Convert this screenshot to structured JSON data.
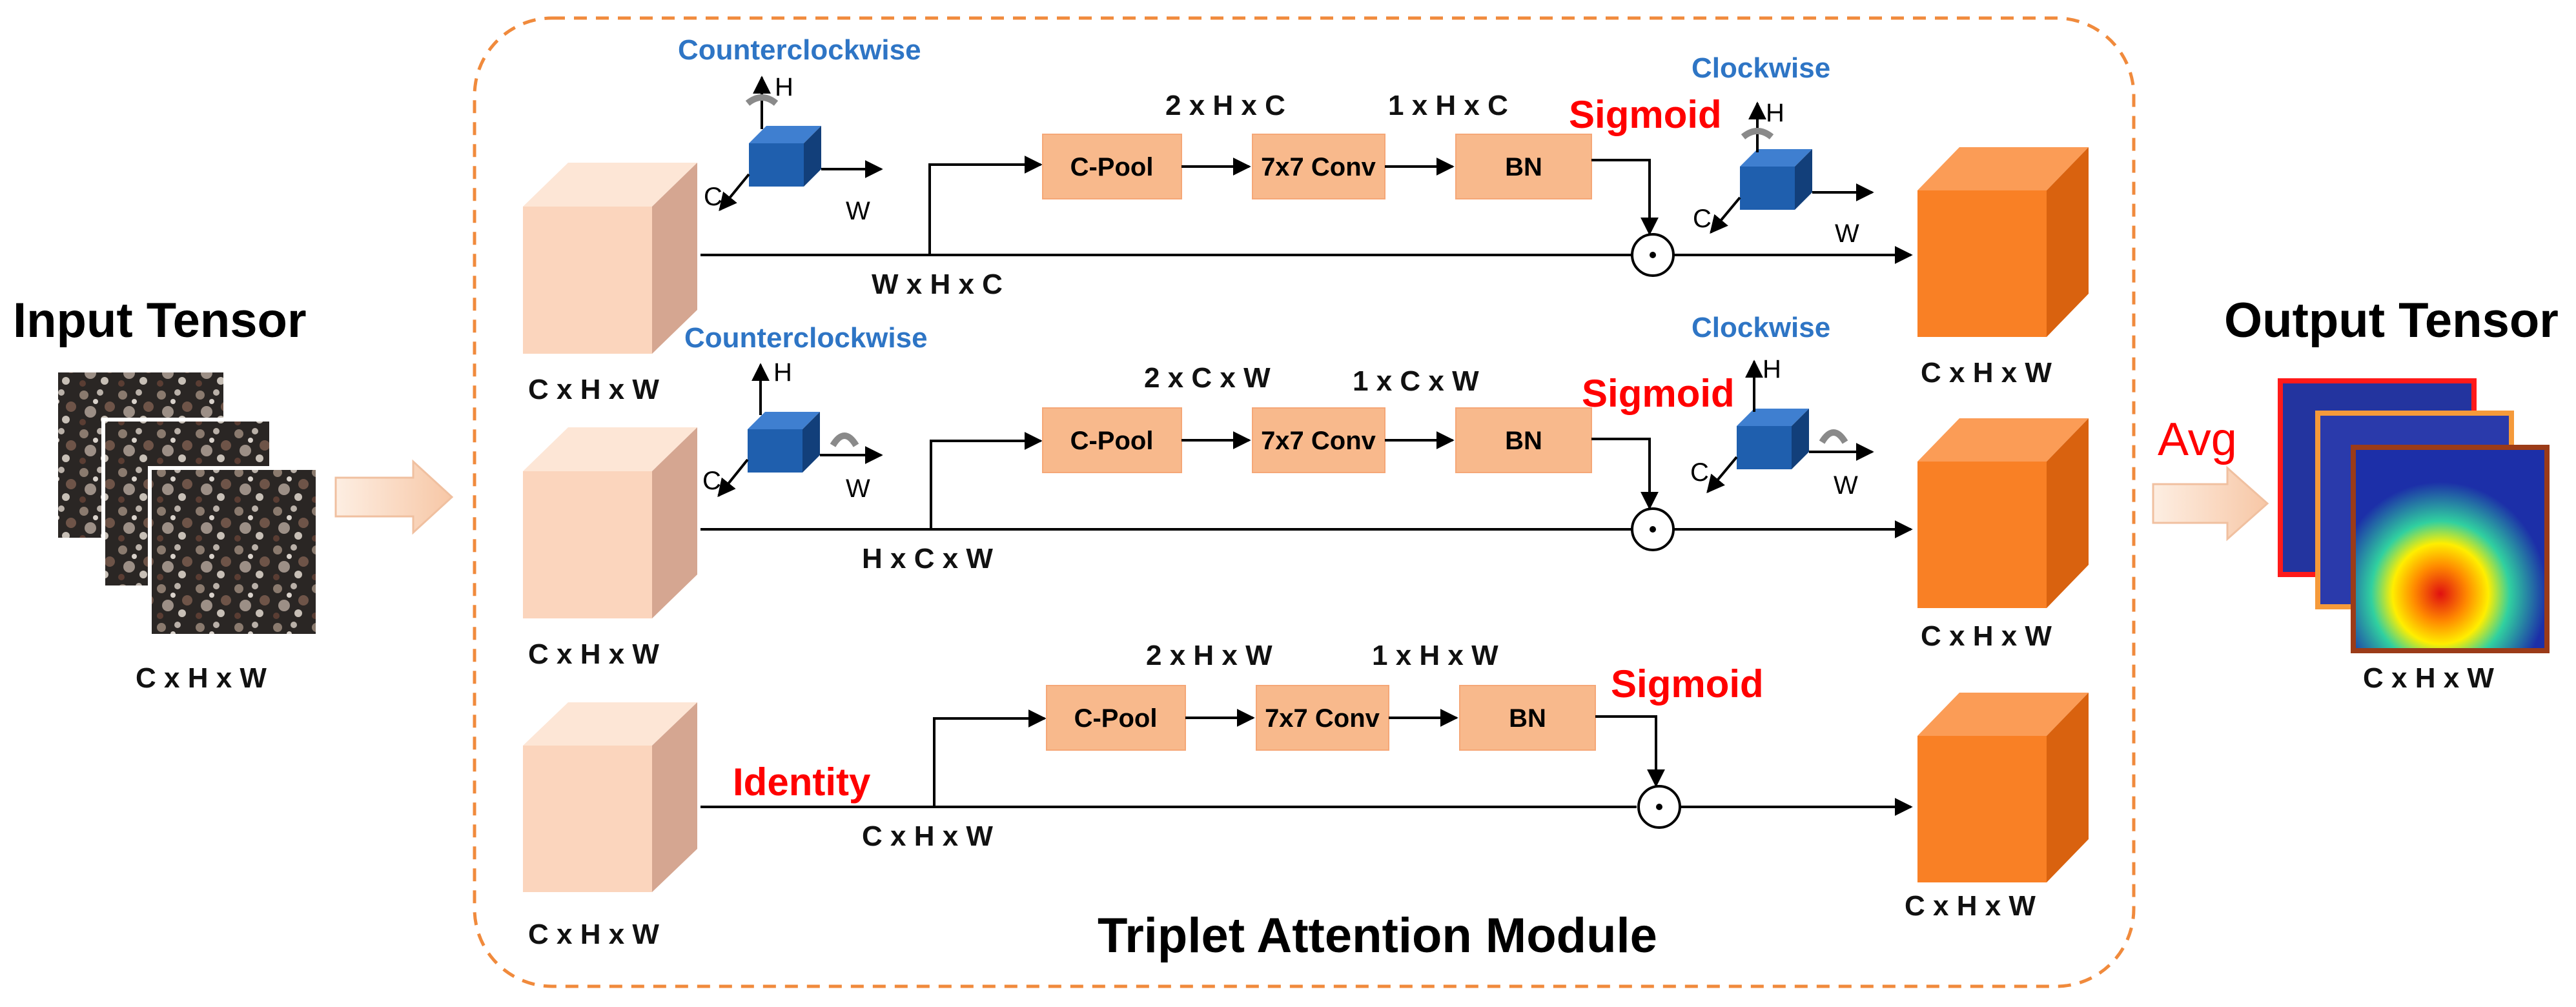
{
  "input_tensor": {
    "title": "Input Tensor",
    "dims": "C x H x W"
  },
  "output_tensor": {
    "title": "Output Tensor",
    "dims": "C x H x W",
    "avg_label": "Avg"
  },
  "module_title": "Triplet Attention Module",
  "branches": [
    {
      "input_dims": "C x H x W",
      "permuted_dims": "W x H x C",
      "rotate_in": "Counterclockwise",
      "rotate_out": "Clockwise",
      "pool_dims": "2 x H x C",
      "conv_dims": "1 x H x C",
      "ops": [
        "C-Pool",
        "7x7 Conv",
        "BN"
      ],
      "activation": "Sigmoid",
      "output_dims": "C x H x W"
    },
    {
      "input_dims": "C x H x W",
      "permuted_dims": "H x C x W",
      "rotate_in": "Counterclockwise",
      "rotate_out": "Clockwise",
      "pool_dims": "2 x C x W",
      "conv_dims": "1 x C x W",
      "ops": [
        "C-Pool",
        "7x7 Conv",
        "BN"
      ],
      "activation": "Sigmoid",
      "output_dims": "C x H x W"
    },
    {
      "input_dims": "C x H x W",
      "identity_label": "Identity",
      "permuted_dims": "C x H x W",
      "pool_dims": "2 x H x W",
      "conv_dims": "1 x H x W",
      "ops": [
        "C-Pool",
        "7x7 Conv",
        "BN"
      ],
      "activation": "Sigmoid",
      "output_dims": "C x H x W"
    }
  ],
  "axes": {
    "h": "H",
    "c": "C",
    "w": "W"
  },
  "multiply_symbol": "⊙",
  "colors": {
    "input_cube": "#fbd5bd",
    "output_cube": "#f98025",
    "op_box": "#f8b98c",
    "module_border": "#f08a3c",
    "rotation_cube": "#1f5fae",
    "rotation_text": "#2e75c5",
    "highlight_text": "#ff0000"
  }
}
